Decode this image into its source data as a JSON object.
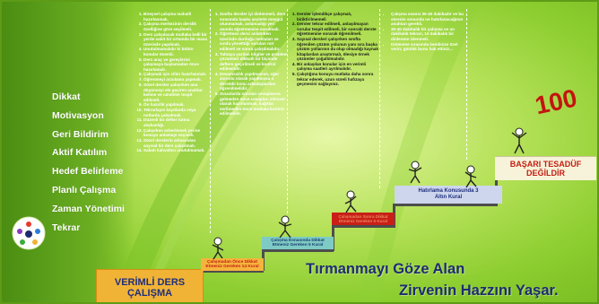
{
  "keywords": [
    "Dikkat",
    "Motivasyon",
    "Geri Bildirim",
    "Aktif Katılım",
    "Hedef Belirleme",
    "Planlı Çalışma",
    "Zaman Yönetimi",
    "Tekrar"
  ],
  "columns": {
    "col1": [
      "Bireysel çalışma mahalli hazırlanmalı.",
      "Çalışma merkezinin derslik özelliğine göre seçilmeli.",
      "Ders çalışılacak mutlaka belli bir yerde sabit bir ortamda bir masa üzerinde yapılmalı.",
      "Unutulmamalıdır ki bütün konular önemli.",
      "Ders araç ve gereçlerini çalışmaya başlamadan önce hazırlamalı.",
      "Çalışmak için zihin hazırlanmalı.",
      "Öğrenmeyi arzulama yapmalı.",
      "Sözel dersler çalışırken ana düşünceyi ele geçiren anahtar kelime ve cümleler tespit edilmeli.",
      "Ön hazırlık yapılmalı.",
      "Tekrarlayın kayıtlarda veya notlarda çalışılmalı.",
      "Düzenli bir defter tutma alışkanlığı.",
      "Çalışırken ezberlemek yerine konuyu anlamayı seçmeli.",
      "Sözel derslerin arkasından sayısal bir ders çalışılmalı.",
      "Sabah kahvaltısı unutulmamalı."
    ],
    "col2": [
      "Sınıfta dersler iyi dinlenmeli, ders sırasında başka şeylerle meşgul olunmamalı, anlamadığı yeri anında öğretmenine sorulmalı.",
      "Öğretmen dersi anlatırken üzerinde durduğu noktaları ve sınıfa yönelttiği soruları not edilmeli ve sonra çalışılmalıdır.",
      "Tahtaya yazılan bilgiler ve problem çözümleri dikkatli bir biçimde deftere geçirilmeli ve kontrol edilmelidir.",
      "Devamsızlık yapılmamalı, eğer zorunlu olarak yapılmışsa o dersteki konu arkadaşlardan öğrenilmelidir.",
      "Sınavlarda sorulan cevaplarına gelmeden önce cevapları zihinsel olarak hazırlanmalı, kağıtlar verilmeden önce mutlaka kontrol edilmelidir."
    ],
    "col3": [
      "Dersler işlendikçe çalışmalı, biriktirilmemeli",
      "Dersler tekrar edilmeli, anlaşılmayan sorular tespit edilmeli, bir sonraki derste öğretmenine sorarak öğrenilmeli.",
      "Sayısal dersleri çalışırken sınıfta öğrenilen çözüm yolunun yanı sıra başka çözüm yollarının da olup olmadığı kaynak kitaplardan araştırmalı, ölesiye örnek çözümler çoğaltılmalıdır.",
      "Bir anlaşılan konular için en verimli çalışma saatleri ayrılmalıdır.",
      "Çalıştığına konuyu mutlaka daha sonra tekrar ederek, uzun süreli hafızaya geçmesini sağlayınız."
    ],
    "col4": [
      "Çalışma seansı 30-40 dakikadır ve bu sürenin sonunda ne hatırlanacağının anahtarı gerekli.",
      "30-40 dakikalık bir çalışma ve on dakikalık tekrarı, 10 dakikalık bir dinlenme izlenmeli.",
      "Dinlenme sırasında kendinize özel verin; günlük bunu hak ettiniz..."
    ]
  },
  "steps": {
    "s1": "VERİMLİ DERS ÇALIŞMA",
    "s2": "Çalışmadan Önce Dikkat Etmeniz Gereken 14 Kural",
    "s3": "Çalışma Esnasında Dikkat Etmeniz Gereken 5 Kural",
    "s4": "Çalışmadan Sonra Dikkat Etmeniz Gereken 5 Kural",
    "s5": "Hatırlama Konusunda 3 Altın Kural",
    "s6": "BAŞARI TESADÜF DEĞİLDİR"
  },
  "slogan": {
    "line1": "Tırmanmayı Göze Alan",
    "line2": "Zirvenin Hazzını Yaşar."
  },
  "score": "100",
  "colors": {
    "background": "#b7e25b",
    "sidebar": "#4a8d12",
    "orange_step": "#f1b336",
    "teal_step": "#7ecbc5",
    "red_step": "#c91f17",
    "lavender_step": "#cdd6ed",
    "cream_step": "#f6f3da",
    "navy_text": "#1d2c70",
    "red_text": "#c61d14"
  }
}
